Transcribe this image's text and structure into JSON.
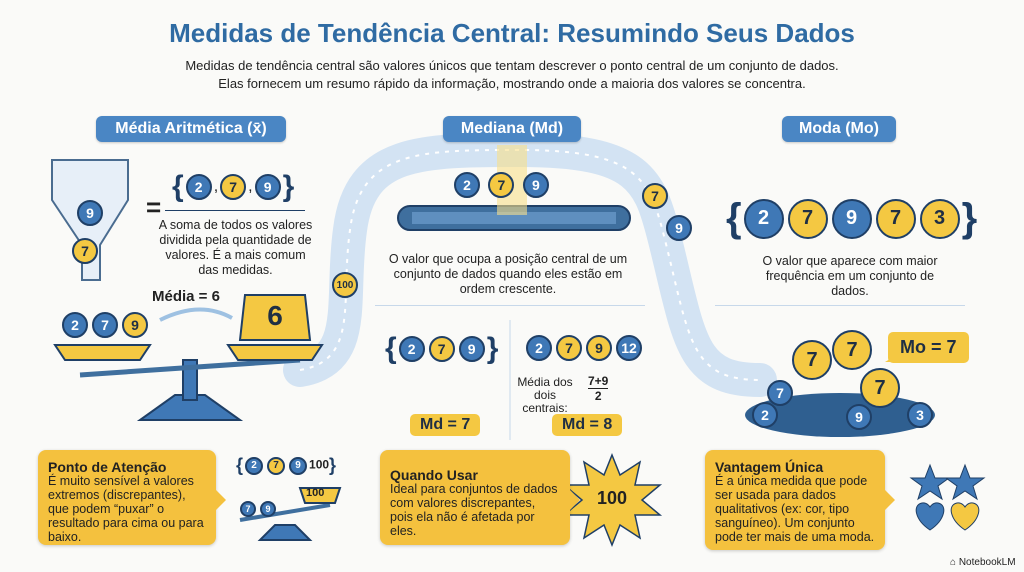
{
  "title": "Medidas de Tendência Central: Resumindo Seus Dados",
  "subtitle": [
    "Medidas de tendência central são valores únicos que tentam descrever o ponto central de um conjunto de dados.",
    "Elas fornecem um resumo rápido da informação, mostrando onde a maioria dos valores se concentra."
  ],
  "mean": {
    "label": "Média Aritmética (x̄)",
    "set": [
      "2",
      "7",
      "9"
    ],
    "equals": "=",
    "funnel_balls": [
      "9",
      "7"
    ],
    "description": "A soma de todos os valores dividida pela quantidade de valores. É a mais comum das medidas.",
    "result_label": "Média = 6",
    "weight": "6",
    "scale_balls": [
      "2",
      "7",
      "9"
    ],
    "card": {
      "title": "Ponto de Atenção",
      "text": "É muito sensível a valores extremos (discrepantes), que podem “puxar” o resultado para cima ou para baixo."
    },
    "outlier": {
      "set": [
        "2",
        "7",
        "9",
        "100"
      ],
      "weight": "100",
      "balls": [
        "7",
        "9"
      ]
    }
  },
  "median": {
    "label": "Mediana (Md)",
    "conveyor": [
      "2",
      "7",
      "9"
    ],
    "description": "O valor que ocupa a posição central de um conjunto de dados quando eles estão em ordem crescente.",
    "odd": {
      "set": [
        "2",
        "7",
        "9"
      ],
      "result": "Md = 7"
    },
    "even": {
      "set": [
        "2",
        "7",
        "9",
        "12"
      ],
      "note": "Média dos dois centrais:",
      "num": "7+9",
      "den": "2",
      "result": "Md = 8"
    },
    "card": {
      "title": "Quando Usar",
      "text": "Ideal para conjuntos de dados com valores discrepantes, pois ela não é afetada por eles."
    },
    "badge": "100"
  },
  "mode": {
    "label": "Moda (Mo)",
    "set": [
      "2",
      "7",
      "9",
      "7",
      "3"
    ],
    "description": "O valor que aparece com maior frequência em um conjunto de dados.",
    "result": "Mo = 7",
    "pile": [
      "7",
      "7",
      "7",
      "7",
      "2",
      "9",
      "3"
    ],
    "path_balls": [
      "7",
      "9",
      "100"
    ],
    "card": {
      "title": "Vantagem Única",
      "text": "É a única medida que pode ser usada para dados qualitativos (ex: cor, tipo sanguíneo). Um conjunto pode ter mais de uma moda."
    }
  },
  "brand": "NotebookLM",
  "colors": {
    "blue": "#3f78b6",
    "yellow": "#f4c842",
    "title": "#2f6ba3"
  }
}
